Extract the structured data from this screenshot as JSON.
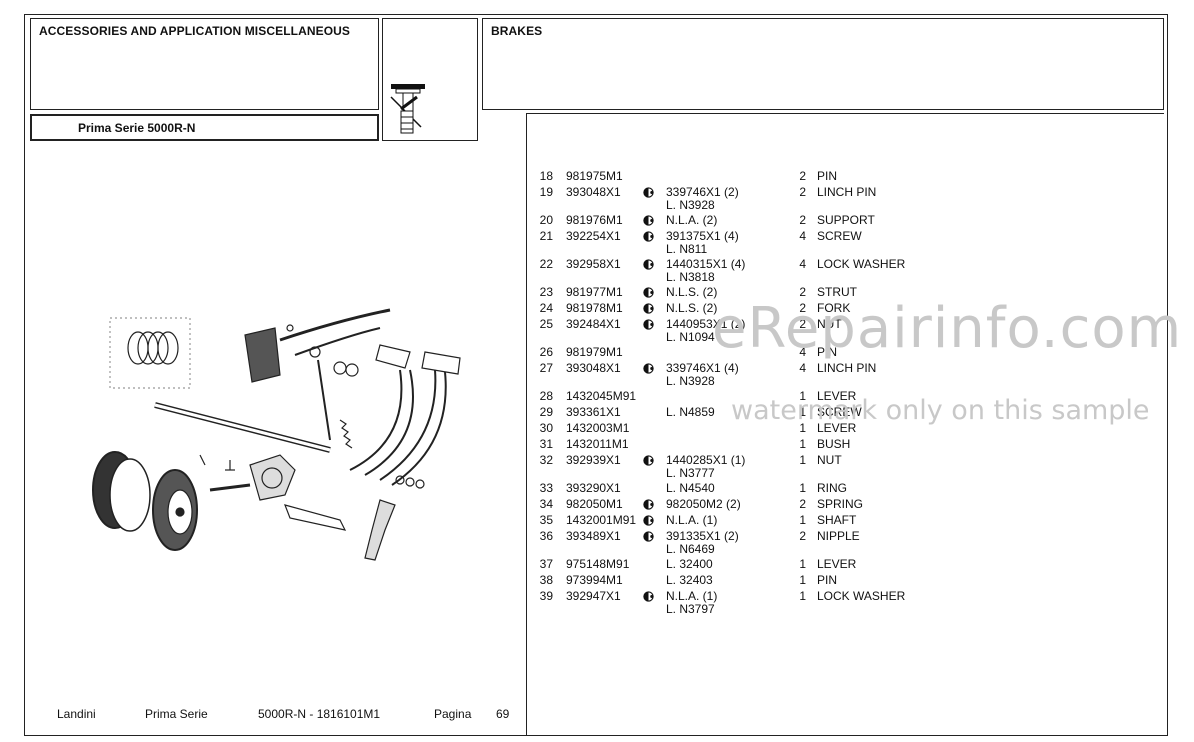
{
  "header": {
    "section": "ACCESSORIES AND APPLICATION MISCELLANEOUS",
    "group": "BRAKES",
    "series": "Prima Serie 5000R-N"
  },
  "parts": [
    {
      "no": "18",
      "part": "981975M1",
      "icon": false,
      "alt": "",
      "note": "",
      "qty": "2",
      "desc": "PIN"
    },
    {
      "no": "19",
      "part": "393048X1",
      "icon": true,
      "alt": "339746X1  (2)",
      "note": "L. N3928",
      "qty": "2",
      "desc": "LINCH PIN"
    },
    {
      "no": "20",
      "part": "981976M1",
      "icon": true,
      "alt": "N.L.A.  (2)",
      "note": "",
      "qty": "2",
      "desc": "SUPPORT"
    },
    {
      "no": "21",
      "part": "392254X1",
      "icon": true,
      "alt": "391375X1  (4)",
      "note": "L. N811",
      "qty": "4",
      "desc": "SCREW"
    },
    {
      "no": "22",
      "part": "392958X1",
      "icon": true,
      "alt": "1440315X1  (4)",
      "note": "L. N3818",
      "qty": "4",
      "desc": "LOCK WASHER"
    },
    {
      "no": "23",
      "part": "981977M1",
      "icon": true,
      "alt": "N.L.S.  (2)",
      "note": "",
      "qty": "2",
      "desc": "STRUT"
    },
    {
      "no": "24",
      "part": "981978M1",
      "icon": true,
      "alt": "N.L.S.  (2)",
      "note": "",
      "qty": "2",
      "desc": "FORK"
    },
    {
      "no": "25",
      "part": "392484X1",
      "icon": true,
      "alt": "1440953X1  (2)",
      "note": "L. N1094",
      "qty": "2",
      "desc": "NUT"
    },
    {
      "no": "26",
      "part": "981979M1",
      "icon": false,
      "alt": "",
      "note": "",
      "qty": "4",
      "desc": "PIN"
    },
    {
      "no": "27",
      "part": "393048X1",
      "icon": true,
      "alt": "339746X1  (4)",
      "note": "L. N3928",
      "qty": "4",
      "desc": "LINCH PIN"
    },
    {
      "no": "28",
      "part": "1432045M91",
      "icon": false,
      "alt": "",
      "note": "",
      "qty": "1",
      "desc": "LEVER"
    },
    {
      "no": "29",
      "part": "393361X1",
      "icon": false,
      "alt": "L. N4859",
      "note": "",
      "qty": "1",
      "desc": "SCREW"
    },
    {
      "no": "30",
      "part": "1432003M1",
      "icon": false,
      "alt": "",
      "note": "",
      "qty": "1",
      "desc": "LEVER"
    },
    {
      "no": "31",
      "part": "1432011M1",
      "icon": false,
      "alt": "",
      "note": "",
      "qty": "1",
      "desc": "BUSH"
    },
    {
      "no": "32",
      "part": "392939X1",
      "icon": true,
      "alt": "1440285X1  (1)",
      "note": "L. N3777",
      "qty": "1",
      "desc": "NUT"
    },
    {
      "no": "33",
      "part": "393290X1",
      "icon": false,
      "alt": "L. N4540",
      "note": "",
      "qty": "1",
      "desc": "RING"
    },
    {
      "no": "34",
      "part": "982050M1",
      "icon": true,
      "alt": "982050M2  (2)",
      "note": "",
      "qty": "2",
      "desc": "SPRING"
    },
    {
      "no": "35",
      "part": "1432001M91",
      "icon": true,
      "alt": "N.L.A.  (1)",
      "note": "",
      "qty": "1",
      "desc": "SHAFT"
    },
    {
      "no": "36",
      "part": "393489X1",
      "icon": true,
      "alt": "391335X1  (2)",
      "note": "L. N6469",
      "qty": "2",
      "desc": "NIPPLE"
    },
    {
      "no": "37",
      "part": "975148M91",
      "icon": false,
      "alt": "L. 32400",
      "note": "",
      "qty": "1",
      "desc": "LEVER"
    },
    {
      "no": "38",
      "part": "973994M1",
      "icon": false,
      "alt": "L. 32403",
      "note": "",
      "qty": "1",
      "desc": "PIN"
    },
    {
      "no": "39",
      "part": "392947X1",
      "icon": true,
      "alt": "N.L.A.  (1)",
      "note": "L. N3797",
      "qty": "1",
      "desc": "LOCK WASHER"
    }
  ],
  "footer": {
    "brand": "Landini",
    "series": "Prima Serie",
    "model": "5000R-N - 1816101M1",
    "page_label": "Pagina",
    "page_number": "69"
  },
  "watermark": {
    "site": "eRepairinfo.com",
    "notice": "watermark only on this sample"
  }
}
